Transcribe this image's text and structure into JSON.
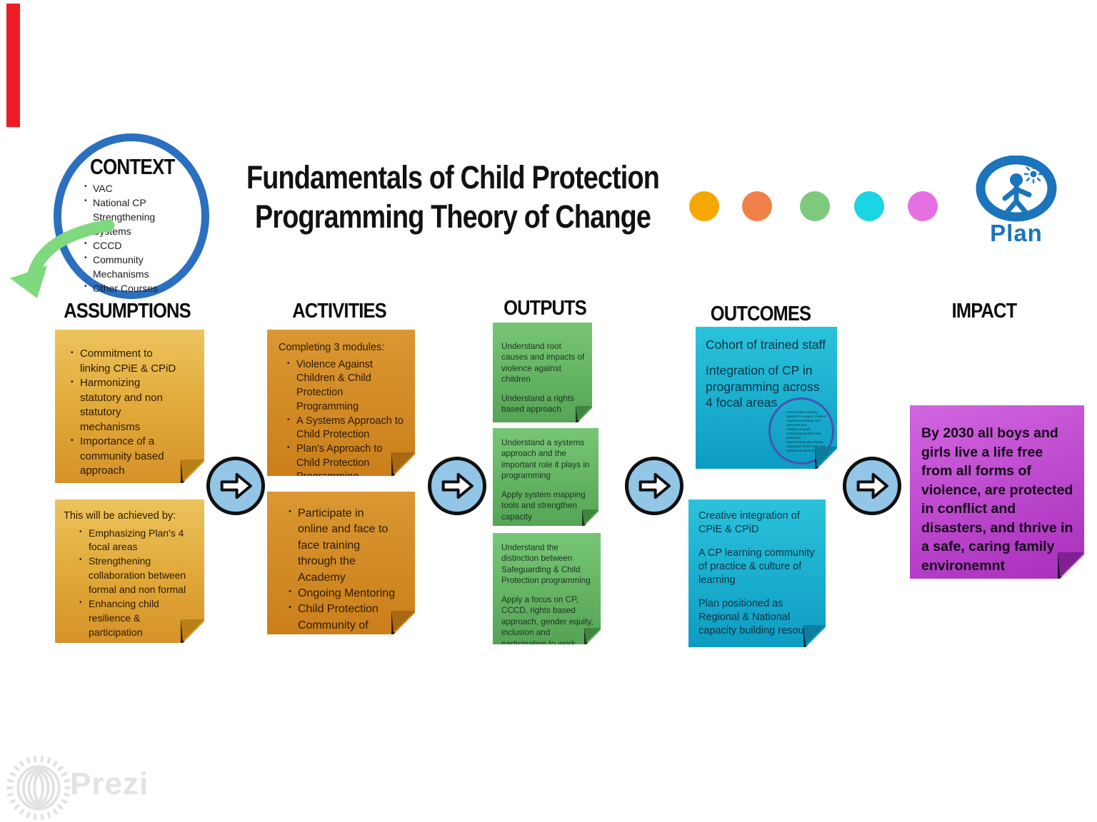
{
  "header": {
    "title_line1": "Fundamentals of Child Protection",
    "title_line2": "Programming Theory of Change",
    "dots": [
      "#F6A800",
      "#F08148",
      "#7DC97D",
      "#1BD4E4",
      "#E470E2"
    ],
    "plan_logo_label": "Plan"
  },
  "context": {
    "heading": "CONTEXT",
    "items": [
      "VAC",
      "National CP Strengthening Systems",
      "CCCD",
      "Community Mechanisms",
      "Other Courses"
    ]
  },
  "columns": {
    "assumptions": {
      "header": "ASSUMPTIONS",
      "note1": {
        "bullets": [
          "Commitment to linking CPiE & CPiD",
          "Harmonizing statutory and non statutory mechanisms",
          "Importance of a community based approach"
        ]
      },
      "note2": {
        "lead": "This will be achieved by:",
        "bullets": [
          "Emphasizing  Plan's 4 focal areas",
          "Strengthening collaboration between formal and non formal",
          "Enhancing child resilience & participation"
        ]
      }
    },
    "activities": {
      "header": "ACTIVITIES",
      "note1": {
        "lead": "Completing 3 modules:",
        "bullets": [
          "Violence Against Children & Child Protection Programming",
          "A  Systems Approach to Child Protection",
          "Plan's Approach to Child Protection Programming"
        ]
      },
      "note2": {
        "bullets": [
          "Participate in online and face to face training through the Academy",
          "Ongoing Mentoring",
          "Child Protection Community of Practice"
        ]
      }
    },
    "outputs": {
      "header": "OUTPUTS",
      "note1": {
        "paras": [
          "Understand root causes and impacts of violence against children",
          "Understand a rights based approach"
        ]
      },
      "note2": {
        "paras": [
          "Understand a systems approach and the important role it plays in programming",
          "Apply system mapping tools and strengthen capacity"
        ]
      },
      "note3": {
        "paras": [
          "Understand the distinction between Safeguarding & Child Protection programming",
          "Apply a focus on CP, CCCD, rights based approach, gender equity, inclusion and participation to work"
        ]
      }
    },
    "outcomes": {
      "header": "OUTCOMES",
      "note1": {
        "paras": [
          "Cohort of trained staff",
          "Integration of CP in programming across 4 focal areas"
        ],
        "circle_items": [
          "Communities working together to support children",
          "Families providing care and protection",
          "Children & youth contributing to their own protection",
          "Governments developing integrated Child Protection systems & services"
        ]
      },
      "note2": {
        "paras": [
          "Creative integration of CPiE & CPiD",
          "A CP learning community of practice & culture of learning",
          "Plan positioned as Regional & National capacity building resource"
        ]
      }
    },
    "impact": {
      "header": "IMPACT",
      "note1": {
        "paras": [
          "By 2030 all boys and girls live a life free from all forms of violence, are protected in conflict and disasters, and  thrive in a safe, caring family environemnt"
        ]
      }
    }
  },
  "watermark": {
    "label": "Prezi"
  },
  "colors": {
    "red_bar": "#ED1C24",
    "context_ring": "#2B6FC0",
    "plan_blue": "#1B74BC",
    "green_arrow": "#7FD97F",
    "arrow_button_fill": "#92C5E6",
    "note_gold": "#E0A737",
    "note_orange": "#D28A26",
    "note_green": "#66B566",
    "note_cyan": "#1CB0CF",
    "note_magenta": "#BC45CC",
    "tiny_circle_ring": "#4953B5"
  }
}
